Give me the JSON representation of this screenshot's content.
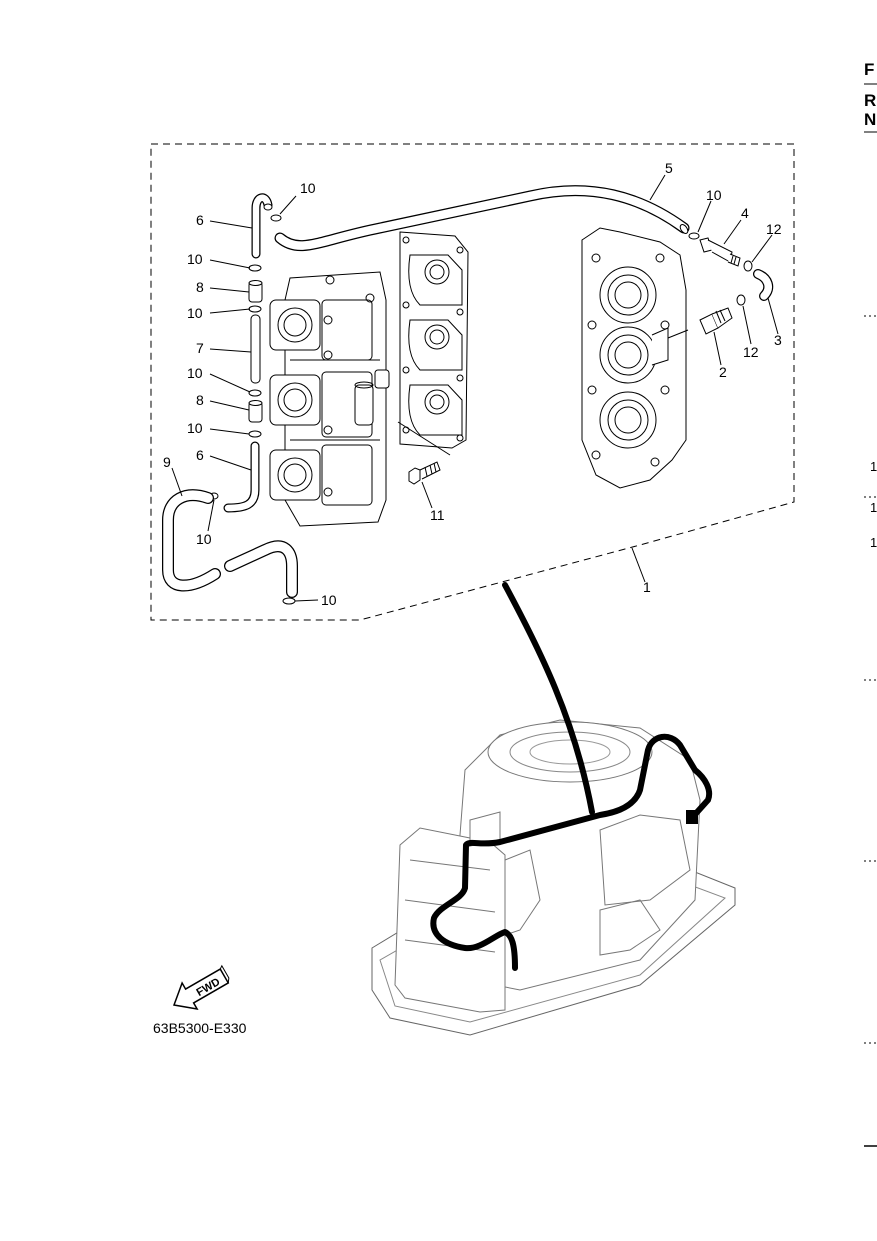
{
  "header_edge": {
    "f": "F",
    "r": "R",
    "n": "N"
  },
  "edge_marks": [
    "1",
    "1",
    "1"
  ],
  "callouts": {
    "c1": "1",
    "c2": "2",
    "c3": "3",
    "c4": "4",
    "c5": "5",
    "c6a": "6",
    "c6b": "6",
    "c7": "7",
    "c8a": "8",
    "c8b": "8",
    "c9": "9",
    "c10a": "10",
    "c10b": "10",
    "c10c": "10",
    "c10d": "10",
    "c10e": "10",
    "c10f": "10",
    "c10g": "10",
    "c10h": "10",
    "c11": "11",
    "c12a": "12",
    "c12b": "12"
  },
  "fwd_label": "FWD",
  "diagram_code": "63B5300-E330"
}
